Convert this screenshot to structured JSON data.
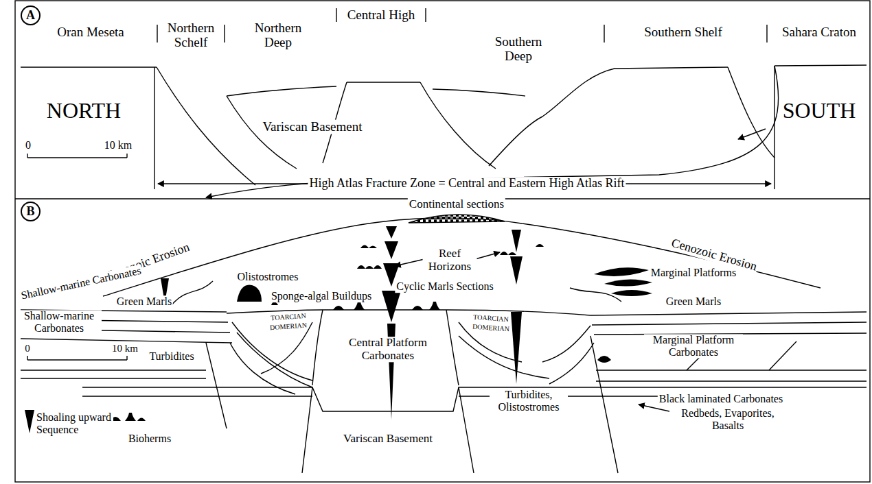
{
  "diagram": {
    "nodes": [
      {
        "text": [
          "A"
        ]
      },
      {
        "text": [
          "B"
        ]
      }
    ],
    "labels": [
      "Oran Meseta",
      "Northern Schelf",
      "Northern Deep",
      "Central High",
      "Southern Deep",
      "Southern Shelf",
      "Sahara Craton",
      "NORTH",
      "Variscan Basement",
      "0",
      "10 km",
      "High Atlas Fracture Zone = Central and Eastern High Atlas Rift",
      "SOUTH",
      "Continental sections",
      "Reef Horizons",
      "Cenozoic Erosion",
      "Cenozoic Erosion",
      "Shallow-marine Carbonates",
      "Olistostromes",
      "Green Marls",
      "Cyclic Marls Sections",
      "Marginal Platforms",
      "Green Marls",
      "Sponge-algal Buildups",
      "TOARCIAN",
      "DOMERIAN",
      "TOARCIAN",
      "DOMERIAN",
      "Shallow-marine Carbonates",
      "Central Platform Carbonates",
      "Marginal Platform Carbonates",
      "Turbidites",
      "Turbidites, Olistostromes",
      "Black laminated Carbonates",
      "Variscan Basement",
      "Redbeds, Evaporites, Basalts",
      "0",
      "10 km"
    ],
    "legend": [
      {
        "text": "Shoaling upward Sequence"
      },
      {
        "text": "Bioherms"
      }
    ]
  }
}
